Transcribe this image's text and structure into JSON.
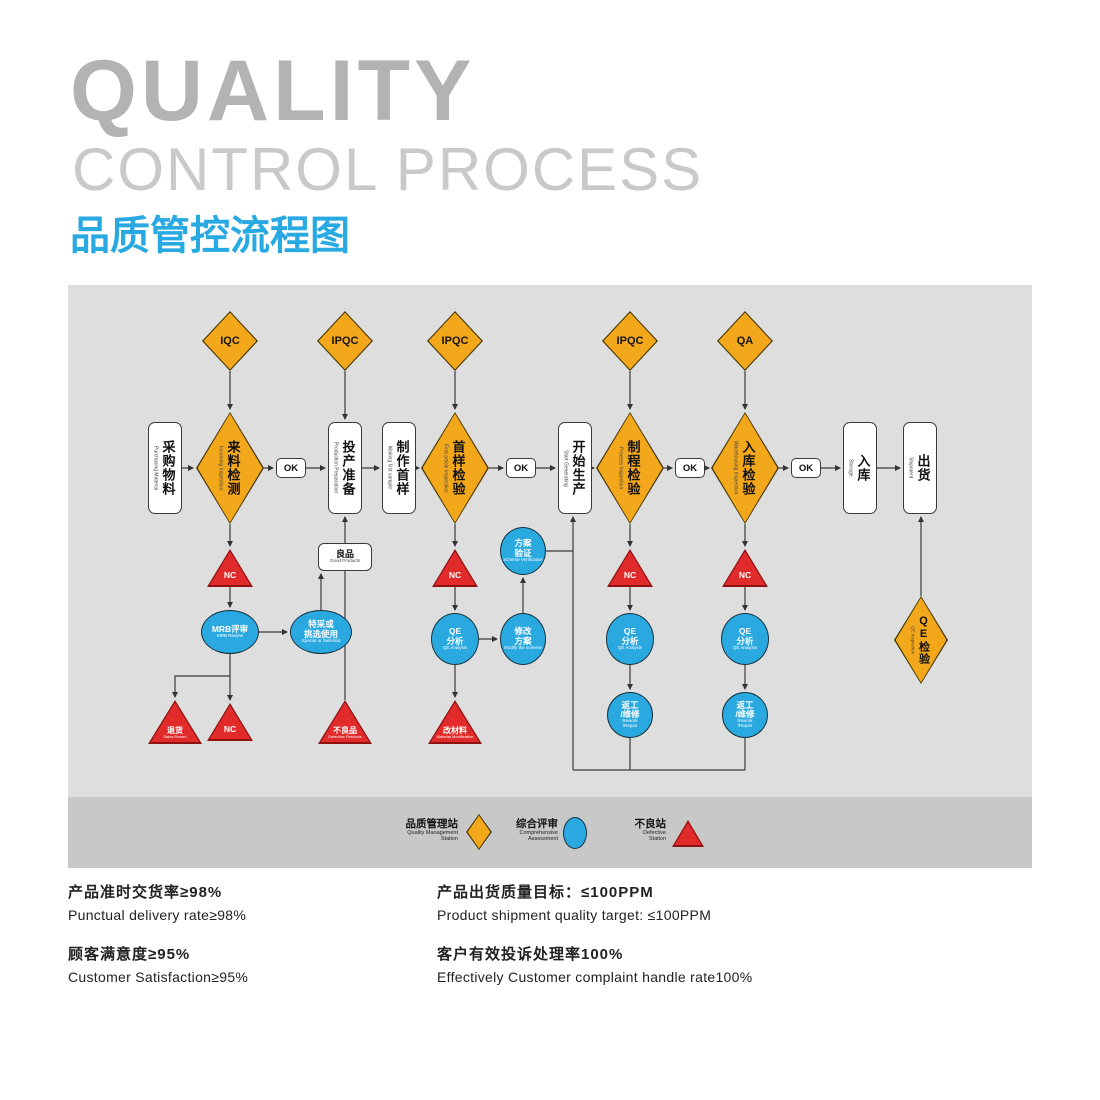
{
  "header": {
    "title_line1": "QUALITY",
    "title_line2": "CONTROL PROCESS",
    "title_cn": "品质管控流程图"
  },
  "colors": {
    "accent_blue": "#29A9E1",
    "station_yellow": "#F3A71B",
    "defect_red": "#E12B2B"
  },
  "flow": {
    "gates": {
      "g1": "IQC",
      "g2": "IPQC",
      "g3": "IPQC",
      "g4": "IPQC",
      "g5": "QA"
    },
    "ok": "OK",
    "nc": "NC",
    "nodes": {
      "purchasing": {
        "cn": "采购物料",
        "en": "Purchasing Material"
      },
      "incoming_inspection": {
        "cn": "来料检测",
        "en": "Incoming Inspection"
      },
      "production_preparation": {
        "cn": "投产准备",
        "en": "Production Preparation"
      },
      "making_first_sample": {
        "cn": "制作首样",
        "en": "Making first sample"
      },
      "first_article_inspection": {
        "cn": "首样检验",
        "en": "First article Inspection"
      },
      "start_production": {
        "cn": "开始生产",
        "en": "Start Generating"
      },
      "process_inspection": {
        "cn": "制程检验",
        "en": "Process Inspection"
      },
      "warehousing_inspection": {
        "cn": "入库检验",
        "en": "Warehousing Inspection"
      },
      "storage": {
        "cn": "入库",
        "en": "Storage"
      },
      "shipment": {
        "cn": "出货",
        "en": "Shipment"
      },
      "mrb_review": {
        "cn": "MRB评审",
        "en": "MRB Review"
      },
      "special_selected": {
        "cn1": "特采或",
        "cn2": "挑选使用",
        "en": "Special or Selected"
      },
      "good_products": {
        "cn": "良品",
        "en": "Good Products"
      },
      "qe_analysis": {
        "cn1": "QE",
        "cn2": "分析",
        "en": "QE Analysis"
      },
      "scheme_verification": {
        "cn1": "方案",
        "cn2": "验证",
        "en": "Scheme Verification"
      },
      "modify_scheme": {
        "cn1": "修改",
        "cn2": "方案",
        "en": "Modify the scheme"
      },
      "rework_repair": {
        "cn1": "返工",
        "cn2": "/维修",
        "en1": "Rework",
        "en2": "/Repair"
      },
      "sales_return": {
        "cn": "退货",
        "en": "Sales Return"
      },
      "defective_products": {
        "cn": "不良品",
        "en": "Defective Products"
      },
      "material_modification": {
        "cn": "改材料",
        "en": "Material Modification"
      },
      "qe_inspection": {
        "cn": "QE检验",
        "en": "QE Inspection"
      }
    }
  },
  "legend": {
    "quality_station": {
      "cn": "品质管理站",
      "en1": "Quality Management",
      "en2": "Station"
    },
    "comprehensive_assessment": {
      "cn": "综合评审",
      "en1": "Comprehensive",
      "en2": "Assessment"
    },
    "defective_station": {
      "cn": "不良站",
      "en1": "Defective",
      "en2": "Station"
    }
  },
  "stats": {
    "delivery_cn": "产品准时交货率≥98%",
    "delivery_en": "Punctual delivery rate≥98%",
    "quality_cn": "产品出货质量目标：≤100PPM",
    "quality_en": "Product shipment quality target: ≤100PPM",
    "satisfaction_cn": "顾客满意度≥95%",
    "satisfaction_en": "Customer Satisfaction≥95%",
    "complaint_cn": "客户有效投诉处理率100%",
    "complaint_en": "Effectively Customer complaint handle rate100%"
  }
}
